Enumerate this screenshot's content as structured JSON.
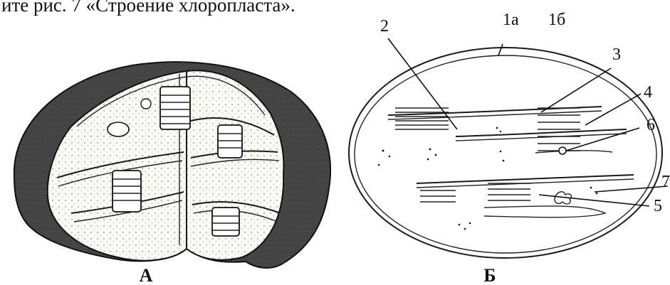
{
  "caption": "ите рис. 7 «Строение хлоропласта».",
  "panels": {
    "left": "А",
    "right": "Б"
  },
  "labels": [
    {
      "id": "1a",
      "text": "1а"
    },
    {
      "id": "1b",
      "text": "1б"
    },
    {
      "id": "2",
      "text": "2"
    },
    {
      "id": "3",
      "text": "3"
    },
    {
      "id": "4",
      "text": "4"
    },
    {
      "id": "5",
      "text": "5"
    },
    {
      "id": "6",
      "text": "6"
    },
    {
      "id": "7",
      "text": "7"
    }
  ]
}
